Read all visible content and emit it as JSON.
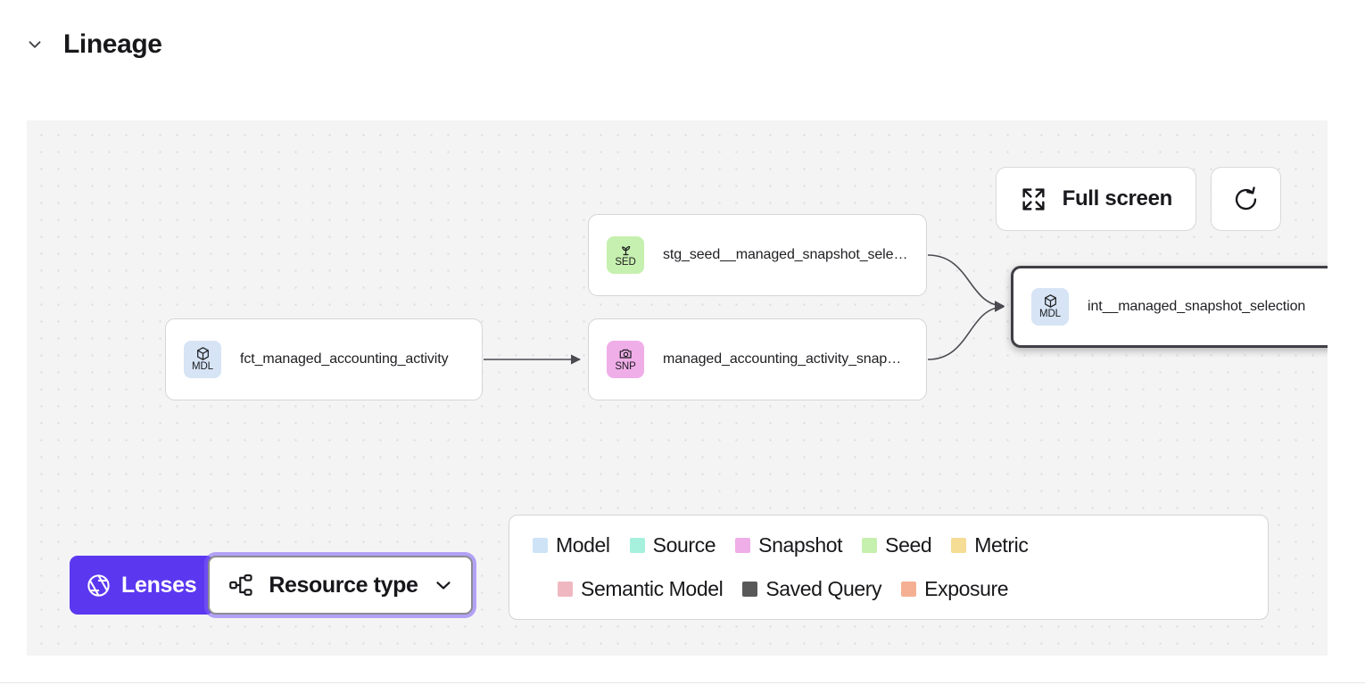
{
  "header": {
    "title": "Lineage",
    "toggle_icon": "chevron-down-icon"
  },
  "canvas": {
    "background_color": "#f4f4f5",
    "toolbar": {
      "fullscreen_label": "Full screen",
      "fullscreen_icon": "expand-arrows-icon",
      "refresh_icon": "refresh-icon"
    },
    "nodes": [
      {
        "id": "fct",
        "label": "fct_managed_accounting_activity",
        "type": "Model",
        "badge_code": "MDL",
        "badge_icon": "cube-icon",
        "badge_color": "#d6e4f5",
        "selected": false
      },
      {
        "id": "seed",
        "label": "stg_seed__managed_snapshot_selecti...",
        "type": "Seed",
        "badge_code": "SED",
        "badge_icon": "sprout-icon",
        "badge_color": "#c6f0af",
        "selected": false
      },
      {
        "id": "snap",
        "label": "managed_accounting_activity_snapshot",
        "type": "Snapshot",
        "badge_code": "SNP",
        "badge_icon": "camera-icon",
        "badge_color": "#f0aee8",
        "selected": false
      },
      {
        "id": "int",
        "label": "int__managed_snapshot_selection",
        "type": "Model",
        "badge_code": "MDL",
        "badge_icon": "cube-icon",
        "badge_color": "#d6e4f5",
        "selected": true
      }
    ],
    "edges": [
      {
        "from": "fct",
        "to": "snap"
      },
      {
        "from": "seed",
        "to": "int"
      },
      {
        "from": "snap",
        "to": "int"
      }
    ]
  },
  "controls": {
    "lenses_label": "Lenses",
    "lenses_icon": "aperture-icon",
    "lenses_color": "#5b38f0",
    "resource_type_label": "Resource type",
    "resource_type_icon": "hierarchy-icon",
    "resource_type_chevron": "chevron-down-icon"
  },
  "legend": {
    "row1": [
      {
        "label": "Model",
        "color": "#cfe3f7"
      },
      {
        "label": "Source",
        "color": "#a6f0de"
      },
      {
        "label": "Snapshot",
        "color": "#efaee8"
      },
      {
        "label": "Seed",
        "color": "#c6f0ae"
      },
      {
        "label": "Metric",
        "color": "#f5dd96"
      }
    ],
    "row2": [
      {
        "label": "Semantic Model",
        "color": "#efb8c0"
      },
      {
        "label": "Saved Query",
        "color": "#595959"
      },
      {
        "label": "Exposure",
        "color": "#f5b094"
      }
    ]
  }
}
